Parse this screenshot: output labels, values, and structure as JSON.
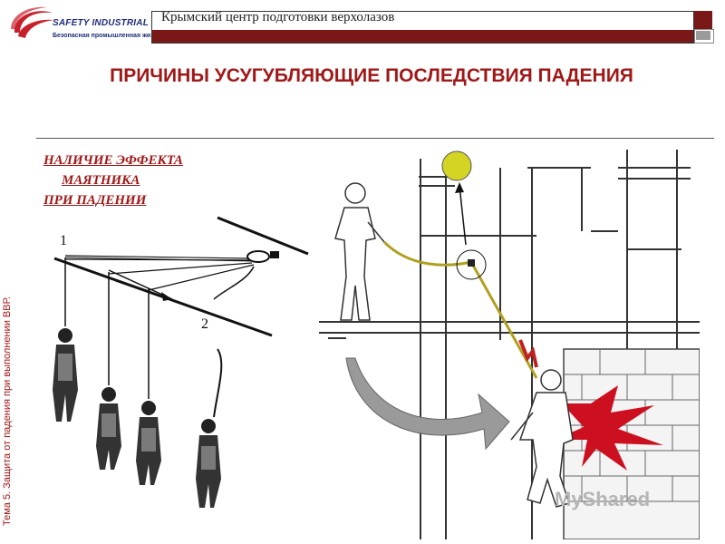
{
  "logo": {
    "brand": "SAFETY INDUSTRIAL LIFE",
    "tagline": "Безопасная промышленная жизнь"
  },
  "header": {
    "text": "Крымский центр подготовки верхолазов"
  },
  "slide": {
    "title": "ПРИЧИНЫ УСУГУБЛЯЮЩИЕ ПОСЛЕДСТВИЯ ПАДЕНИЯ",
    "vertical_label": "Тема 5. Защита от падения при выполнении ВВР.",
    "effect_lines": [
      "НАЛИЧИЕ ЭФФЕКТА",
      "МАЯТНИКА",
      "ПРИ ПАДЕНИИ"
    ]
  },
  "diagram": {
    "label_1": "1",
    "label_2": "2"
  },
  "watermark": "MyShared",
  "colors": {
    "accent_red": "#a01818",
    "header_dark_red": "#7a1818",
    "ball_yellow": "#d4d424"
  }
}
